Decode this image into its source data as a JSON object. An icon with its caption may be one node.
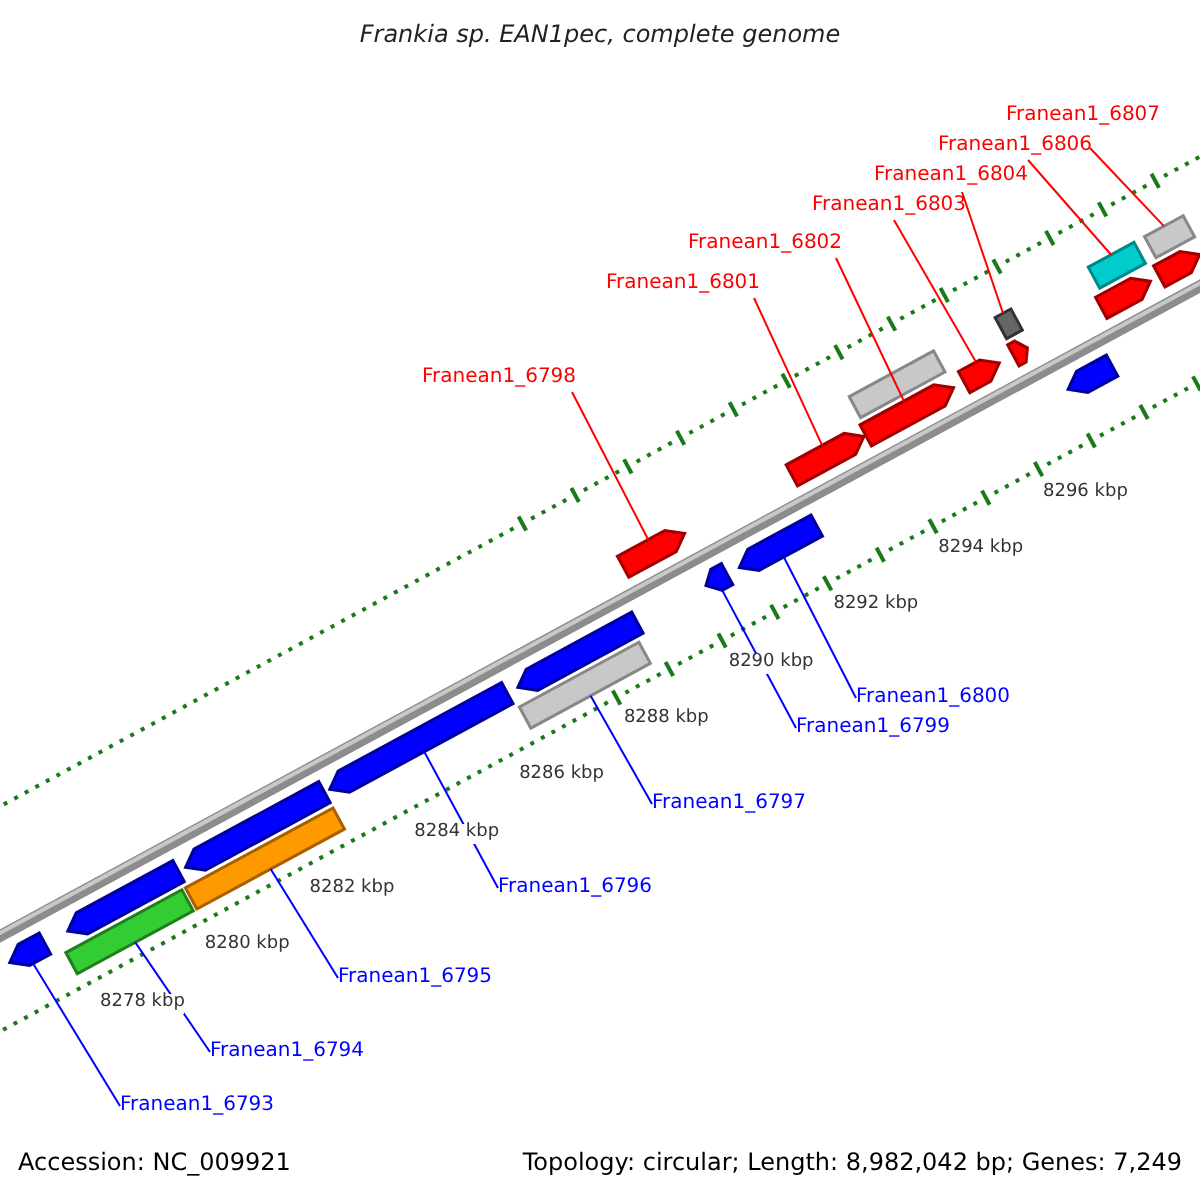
{
  "diagram": {
    "title": "Frankia sp. EAN1pec, complete genome",
    "nodes": [
      {
        "text": [
          "Franean1_6807"
        ]
      },
      {
        "text": [
          "Franean1_6806"
        ]
      },
      {
        "text": [
          "Franean1_6804"
        ]
      },
      {
        "text": [
          "Franean1_6803"
        ]
      },
      {
        "text": [
          "Franean1_6802"
        ]
      },
      {
        "text": [
          "Franean1_6801"
        ]
      },
      {
        "text": [
          "Franean1_6798"
        ]
      },
      {
        "text": [
          "Franean1_6800"
        ]
      },
      {
        "text": [
          "Franean1_6799"
        ]
      },
      {
        "text": [
          "Franean1_6797"
        ]
      },
      {
        "text": [
          "Franean1_6796"
        ]
      },
      {
        "text": [
          "Franean1_6795"
        ]
      },
      {
        "text": [
          "Franean1_6794"
        ]
      },
      {
        "text": [
          "Franean1_6793"
        ]
      },
      {
        "text": [],
        "shape": "bar"
      },
      {
        "text": [],
        "shape": "bar"
      },
      {
        "text": [],
        "shape": "bar"
      },
      {
        "text": [],
        "shape": "bar"
      },
      {
        "text": [],
        "shape": "bar"
      },
      {
        "text": [],
        "shape": "bar"
      },
      {
        "text": [],
        "shape": "bar"
      },
      {
        "text": [],
        "shape": "bar"
      },
      {
        "text": [],
        "shape": "bar"
      },
      {
        "text": [],
        "shape": "bar"
      },
      {
        "text": [],
        "shape": "bar"
      },
      {
        "text": [],
        "shape": "bar"
      },
      {
        "text": [],
        "shape": "bar"
      },
      {
        "text": [],
        "shape": "bar"
      },
      {
        "text": [],
        "shape": "bar"
      },
      {
        "text": [],
        "shape": "bar"
      },
      {
        "text": [],
        "shape": "bar"
      },
      {
        "text": [],
        "shape": "bar"
      },
      {
        "text": [],
        "shape": "bar"
      },
      {
        "text": [],
        "shape": "bar"
      },
      {
        "text": [],
        "shape": "bar"
      },
      {
        "text": [],
        "shape": "bar"
      }
    ],
    "edges": [
      {
        "from": 0,
        "to": 35,
        "arrow": "none",
        "color": "#ff0000"
      },
      {
        "from": 1,
        "to": 33,
        "arrow": "none",
        "color": "#ff0000"
      },
      {
        "from": 2,
        "to": 30,
        "arrow": "none",
        "color": "#ff0000"
      },
      {
        "from": 3,
        "to": 28,
        "arrow": "none",
        "color": "#ff0000"
      },
      {
        "from": 4,
        "to": 26,
        "arrow": "none",
        "color": "#ff0000"
      },
      {
        "from": 5,
        "to": 25,
        "arrow": "none",
        "color": "#ff0000"
      },
      {
        "from": 6,
        "to": 22,
        "arrow": "none",
        "color": "#ff0000"
      },
      {
        "from": 7,
        "to": 24,
        "arrow": "none",
        "color": "#0000ff"
      },
      {
        "from": 8,
        "to": 23,
        "arrow": "none",
        "color": "#0000ff"
      },
      {
        "from": 9,
        "to": 20,
        "arrow": "none",
        "color": "#0000ff"
      },
      {
        "from": 10,
        "to": 19,
        "arrow": "none",
        "color": "#0000ff"
      },
      {
        "from": 11,
        "to": 17,
        "arrow": "none",
        "color": "#0000ff"
      },
      {
        "from": 12,
        "to": 15,
        "arrow": "none",
        "color": "#0000ff"
      },
      {
        "from": 13,
        "to": 14,
        "arrow": "none",
        "color": "#0000ff"
      }
    ],
    "labels": [
      "8296 kbp",
      "8294 kbp",
      "8292 kbp",
      "8290 kbp",
      "8288 kbp",
      "8286 kbp",
      "8284 kbp",
      "8282 kbp",
      "8280 kbp",
      "8278 kbp",
      "Accession: NC_009921",
      "Topology: circular; Length: 8,982,042 bp; Genes: 7,249"
    ]
  }
}
